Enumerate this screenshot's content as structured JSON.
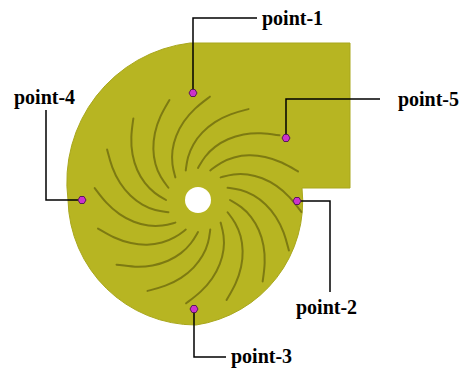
{
  "diagram": {
    "labels": [
      "point-1",
      "point-4",
      "point-5",
      "point-2",
      "point-3"
    ]
  }
}
